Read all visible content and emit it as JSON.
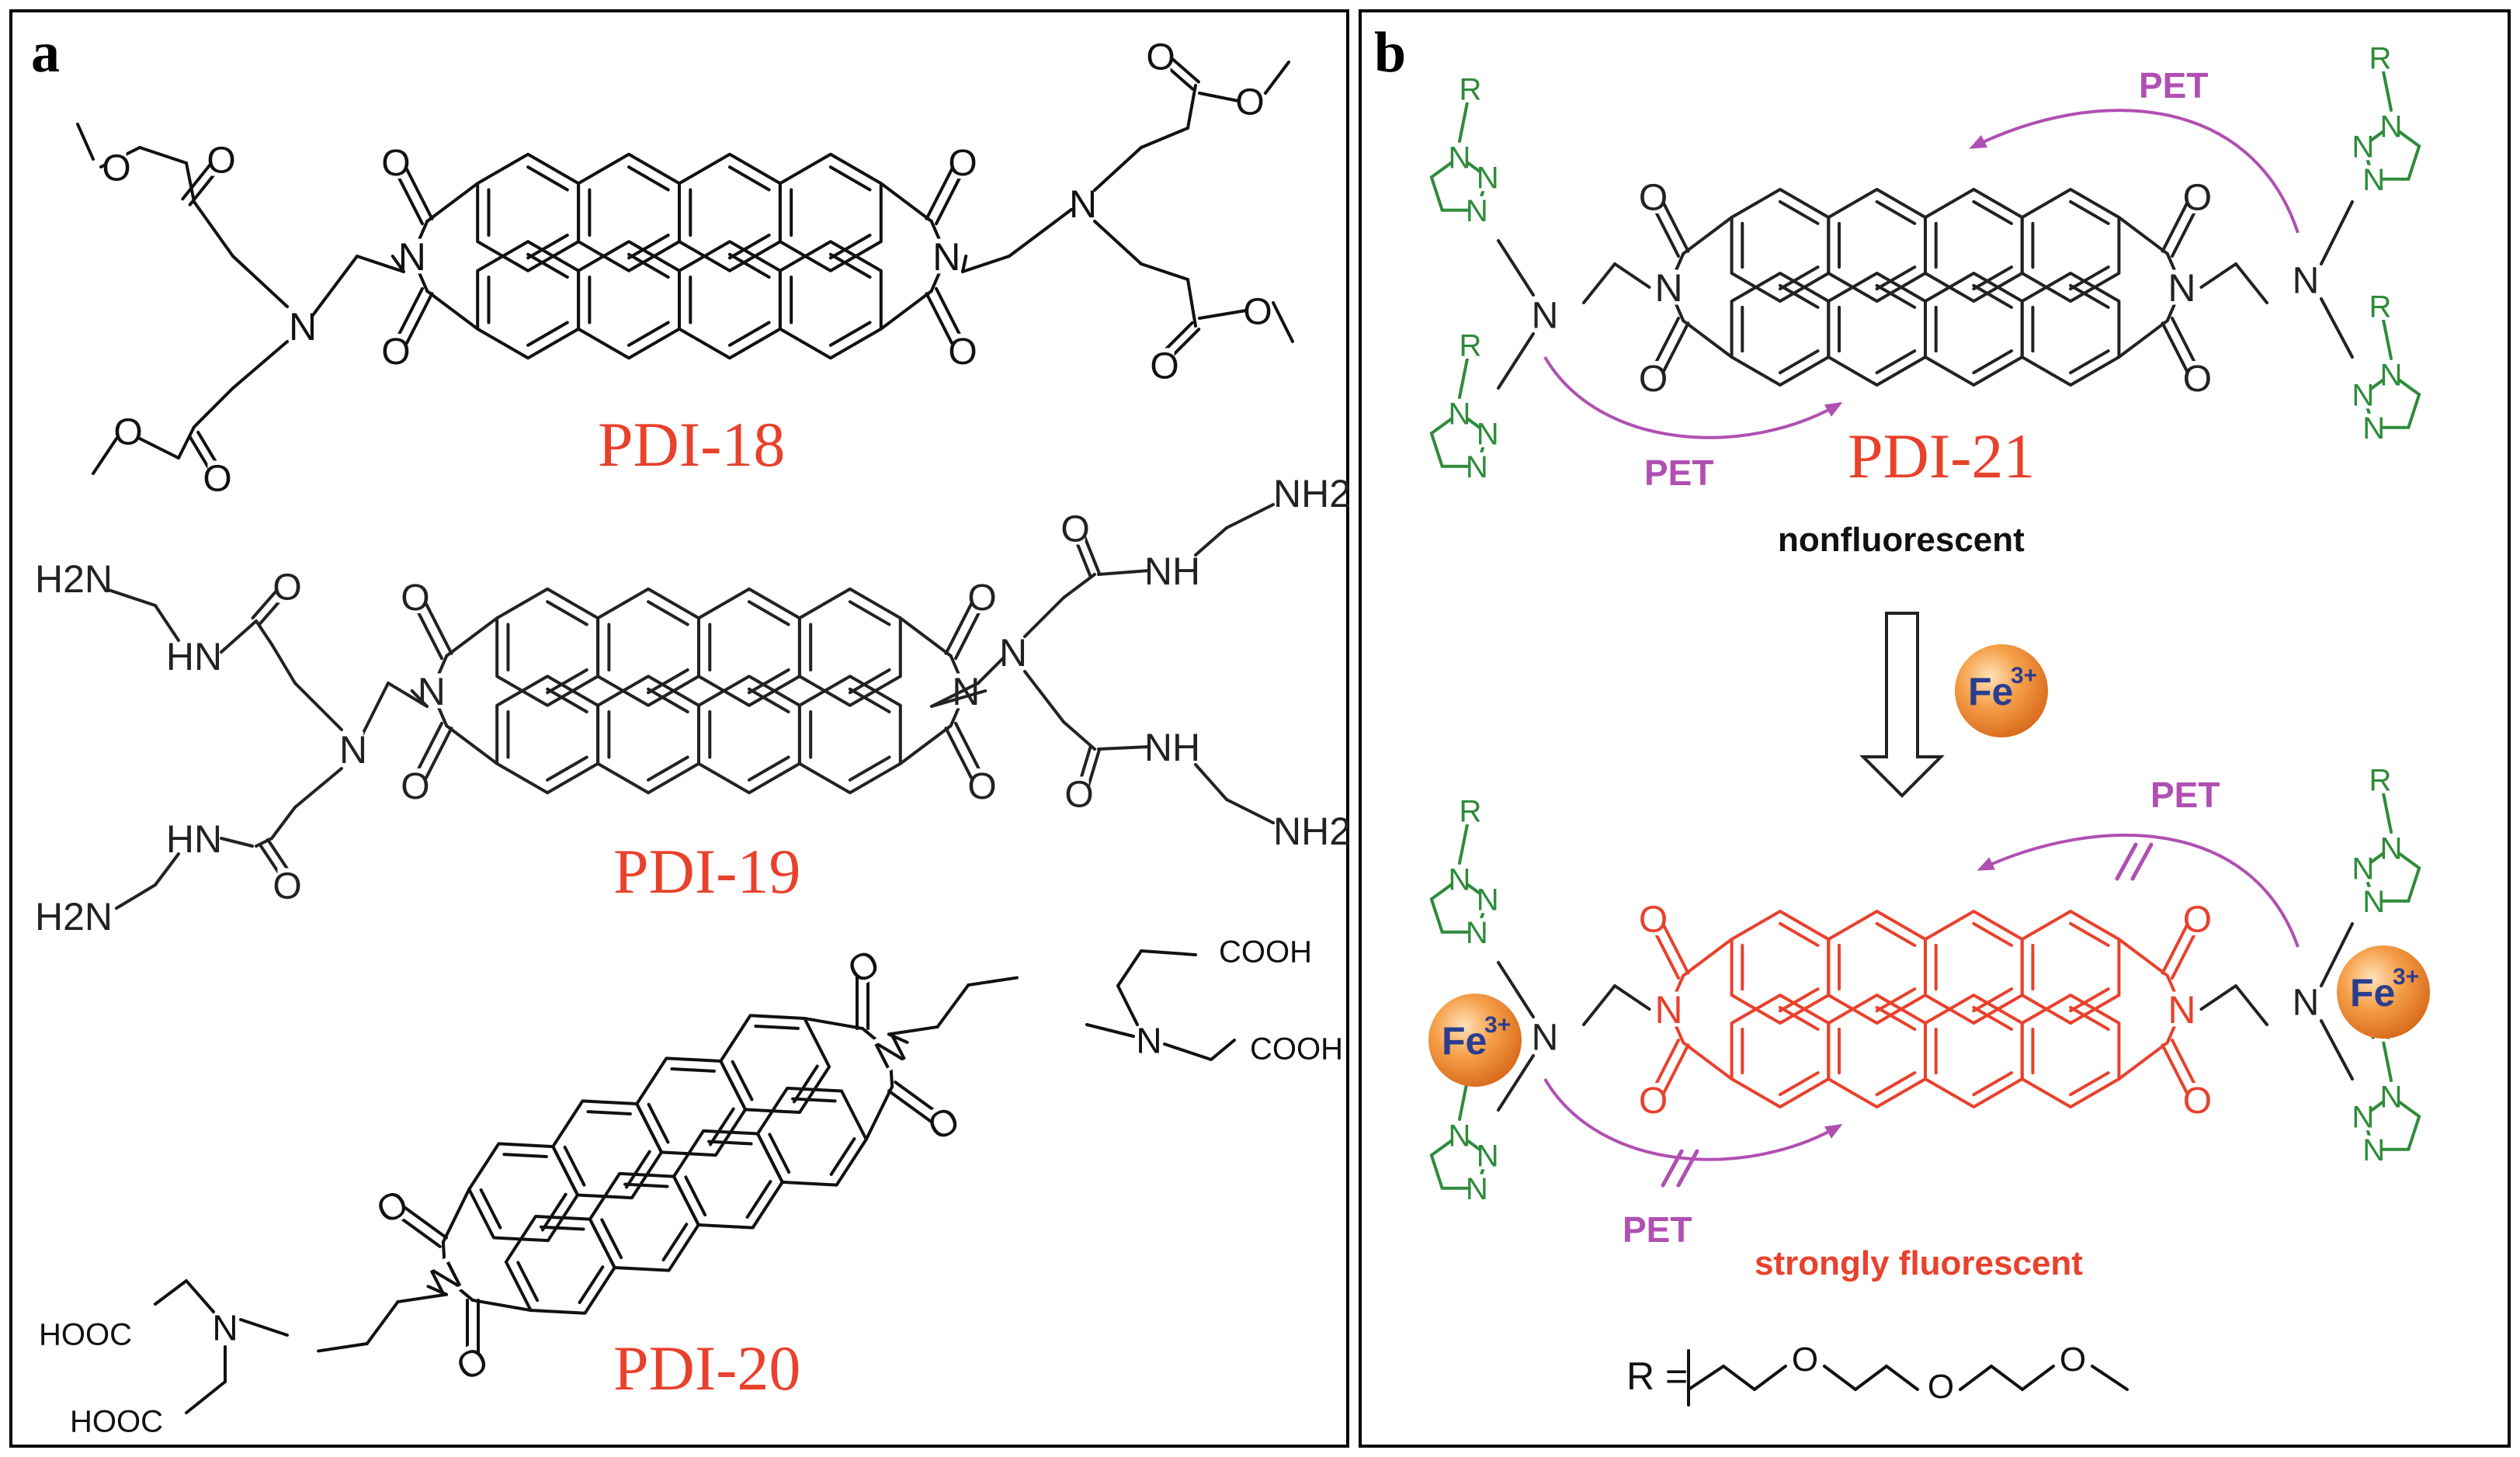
{
  "panels": {
    "a": {
      "letter": "a",
      "compounds": [
        "PDI-18",
        "PDI-19",
        "PDI-20"
      ]
    },
    "b": {
      "letter": "b",
      "compound": "PDI-21",
      "pet_label": "PET",
      "ion_label": "Fe",
      "ion_charge": "3+",
      "state_before": "nonfluorescent",
      "state_after": "strongly fluorescent",
      "r_def_prefix": "R ="
    }
  },
  "atoms": {
    "O": "O",
    "N": "N",
    "R": "R",
    "NH2": "NH2",
    "H2N": "H2N",
    "HN": "HN",
    "NH": "NH",
    "COOH": "COOH",
    "HOOC": "HOOC"
  },
  "colors": {
    "label_red": "#e8412c",
    "pet_purple": "#b04fb2",
    "triazole_green": "#2e8b3a",
    "pdi_red": "#e8412c",
    "fe_orange": "#f08a24",
    "fe_text": "#2a3d8f"
  }
}
